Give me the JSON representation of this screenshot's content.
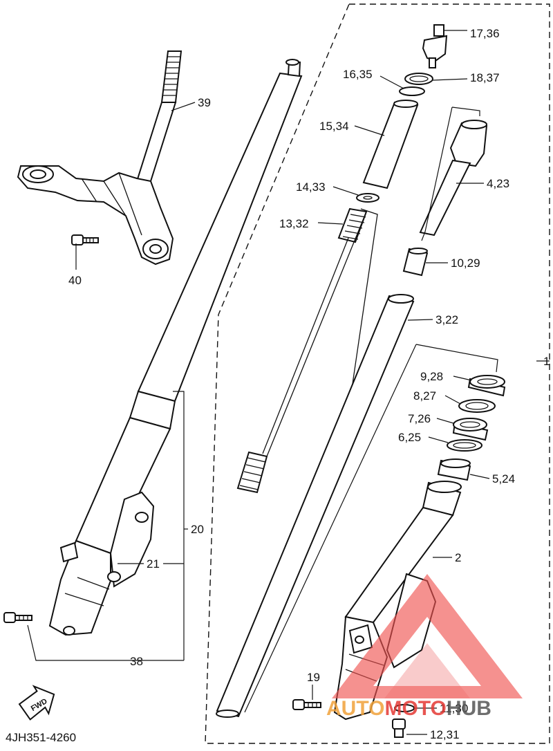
{
  "diagram": {
    "labels": {
      "p17_36": "17,36",
      "p16_35": "16,35",
      "p18_37": "18,37",
      "p39": "39",
      "p15_34": "15,34",
      "p4_23": "4,23",
      "p14_33": "14,33",
      "p13_32": "13,32",
      "p40": "40",
      "p10_29": "10,29",
      "p3_22": "3,22",
      "p1": "1",
      "p9_28": "9,28",
      "p8_27": "8,27",
      "p7_26": "7,26",
      "p6_25": "6,25",
      "p5_24": "5,24",
      "p20": "20",
      "p2": "2",
      "p21": "21",
      "p38": "38",
      "p19": "19",
      "p11_30": "11,30",
      "p12_31": "12,31"
    },
    "fwd_label": "FWD",
    "ref_code": "4JH351-4260"
  },
  "watermark": {
    "part1": "AUTO",
    "part2": "MOTO",
    "part3": "HUB",
    "color_auto": "#f0a23a",
    "color_moto": "#e53935",
    "color_hub": "#555555",
    "triangle_color": "#ef5350"
  }
}
